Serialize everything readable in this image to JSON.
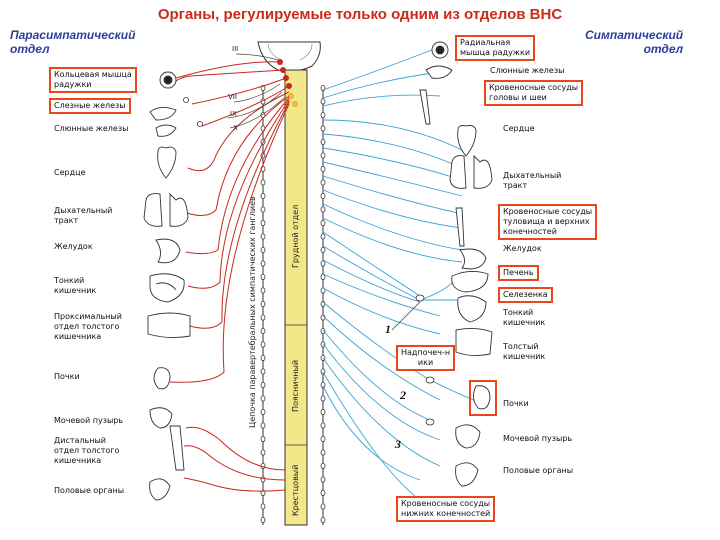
{
  "title": "Органы, регулируемые только одним из отделов ВНС",
  "left_header": "Парасимпатический\nотдел",
  "right_header": "Симпатический\nотдел",
  "cranial_nerves": [
    "III",
    "VII",
    "IX",
    "X"
  ],
  "left_organs": [
    {
      "label": "Кольцевая мышца\nрадужки",
      "boxed": true
    },
    {
      "label": "Слезные железы",
      "boxed": true
    },
    {
      "label": "Слюнные железы",
      "boxed": false
    },
    {
      "label": "Сердце",
      "boxed": false
    },
    {
      "label": "Дыхательный\nтракт",
      "boxed": false
    },
    {
      "label": "Желудок",
      "boxed": false
    },
    {
      "label": "Тонкий\nкишечник",
      "boxed": false
    },
    {
      "label": "Проксимальный\nотдел толстого\nкишечника",
      "boxed": false
    },
    {
      "label": "Почки",
      "boxed": false
    },
    {
      "label": "Мочевой пузырь",
      "boxed": false
    },
    {
      "label": "Дистальный\nотдел толстого\nкишечника",
      "boxed": false
    },
    {
      "label": "Половые органы",
      "boxed": false
    }
  ],
  "right_organs": [
    {
      "label": "Радиальная\nмышца радужки",
      "boxed": true
    },
    {
      "label": "Слюнные железы",
      "boxed": false
    },
    {
      "label": "Кровеносные сосуды\nголовы и шеи",
      "boxed": true
    },
    {
      "label": "Сердце",
      "boxed": false
    },
    {
      "label": "Дыхательный\nтракт",
      "boxed": false
    },
    {
      "label": "Кровеносные сосуды\nтуловища и верхних\nконечностей",
      "boxed": true
    },
    {
      "label": "Желудок",
      "boxed": false
    },
    {
      "label": "Печень",
      "boxed": true
    },
    {
      "label": "Селезенка",
      "boxed": true
    },
    {
      "label": "Тонкий\nкишечник",
      "boxed": false
    },
    {
      "label": "Толстый\nкишечник",
      "boxed": false
    },
    {
      "label": "Почки",
      "boxed": false
    },
    {
      "label": "Мочевой пузырь",
      "boxed": false
    },
    {
      "label": "Половые органы",
      "boxed": false
    },
    {
      "label": "Кровеносные сосуды\nнижних конечностей",
      "boxed": true
    }
  ],
  "adrenal_label": "Надпочеч-н\nики",
  "ganglia_numbers": [
    "1",
    "2",
    "3"
  ],
  "chain_label": "Цепочка паравертебральных симпатических ганглиев",
  "spinal_sections": [
    "Грудной отдел",
    "Поясничный",
    "Крестцовый"
  ],
  "colors": {
    "parasympathetic": "#c8281e",
    "sympathetic": "#3aa3d6",
    "highlight": "#e8471c",
    "cord": "#f2e88a",
    "title": "#cc2b1a",
    "header": "#2b3f9c"
  }
}
